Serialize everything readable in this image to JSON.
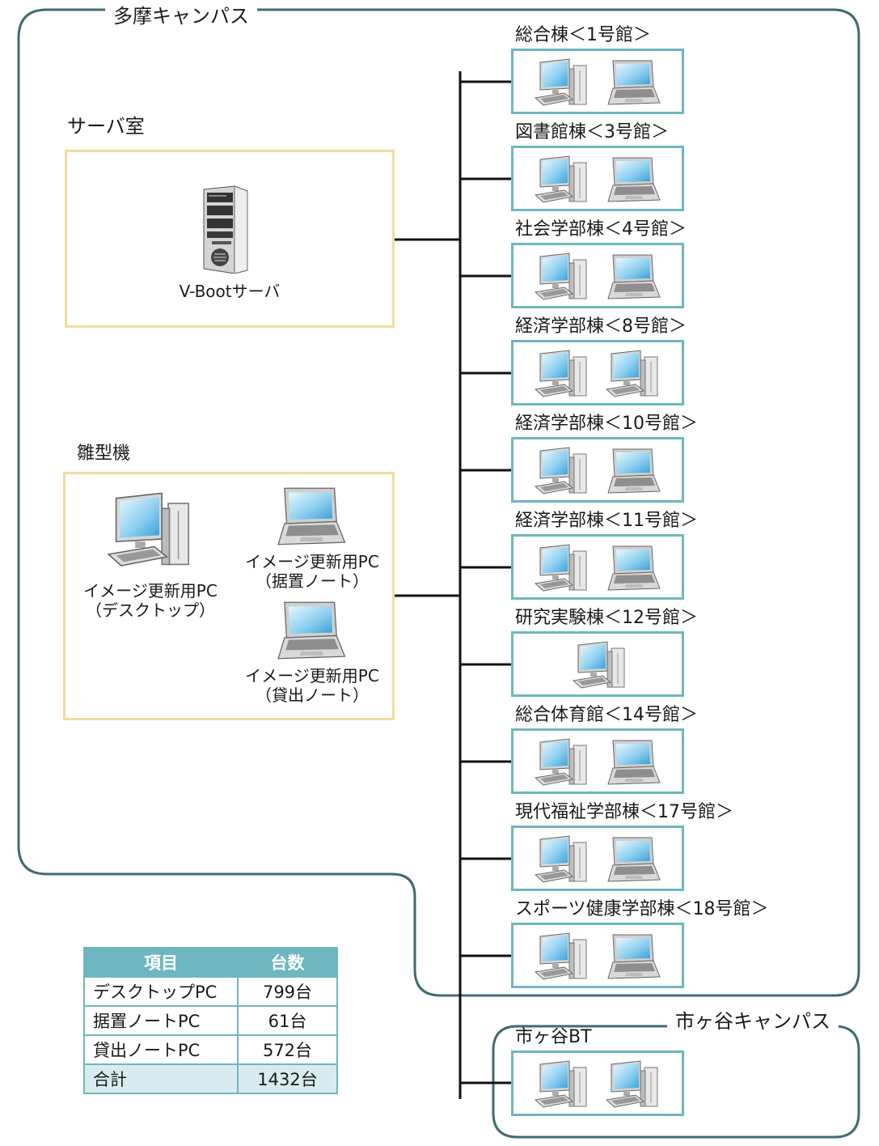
{
  "campuses": {
    "tama": "多摩キャンパス",
    "ichigaya": "市ヶ谷キャンパス"
  },
  "server_room": {
    "title": "サーバ室",
    "server_label": "V-Bootサーバ"
  },
  "prototype": {
    "title": "雛型機",
    "desktop_label": [
      "イメージ更新用PC",
      "（デスクトップ）"
    ],
    "fixed_note_label": [
      "イメージ更新用PC",
      "（据置ノート）"
    ],
    "loan_note_label": [
      "イメージ更新用PC",
      "（貸出ノート）"
    ]
  },
  "buildings": [
    {
      "name": "総合棟＜1号館＞",
      "devices": [
        "desktop",
        "laptop"
      ]
    },
    {
      "name": "図書館棟＜3号館＞",
      "devices": [
        "desktop",
        "laptop"
      ]
    },
    {
      "name": "社会学部棟＜4号館＞",
      "devices": [
        "desktop",
        "laptop"
      ]
    },
    {
      "name": "経済学部棟＜8号館＞",
      "devices": [
        "desktop",
        "desktop"
      ]
    },
    {
      "name": "経済学部棟＜10号館＞",
      "devices": [
        "desktop",
        "laptop"
      ]
    },
    {
      "name": "経済学部棟＜11号館＞",
      "devices": [
        "desktop",
        "laptop"
      ]
    },
    {
      "name": "研究実験棟＜12号館＞",
      "devices": [
        "desktop"
      ]
    },
    {
      "name": "総合体育館＜14号館＞",
      "devices": [
        "desktop",
        "laptop"
      ]
    },
    {
      "name": "現代福祉学部棟＜17号館＞",
      "devices": [
        "desktop",
        "laptop"
      ]
    },
    {
      "name": "スポーツ健康学部棟＜18号館＞",
      "devices": [
        "desktop",
        "laptop"
      ]
    },
    {
      "name": "市ヶ谷BT",
      "devices": [
        "desktop",
        "desktop"
      ]
    }
  ],
  "table": {
    "headers": [
      "項目",
      "台数"
    ],
    "rows": [
      [
        "デスクトップPC",
        "799台"
      ],
      [
        "据置ノートPC",
        "61台"
      ],
      [
        "貸出ノートPC",
        "572台"
      ]
    ],
    "total": [
      "合計",
      "1432台"
    ]
  },
  "colors": {
    "campus_border": "#3f6b73",
    "panel_border": "#f2dc9c",
    "building_border": "#6fb7c0",
    "table_header": "#6fb7c0",
    "table_total": "#d8ecef"
  }
}
